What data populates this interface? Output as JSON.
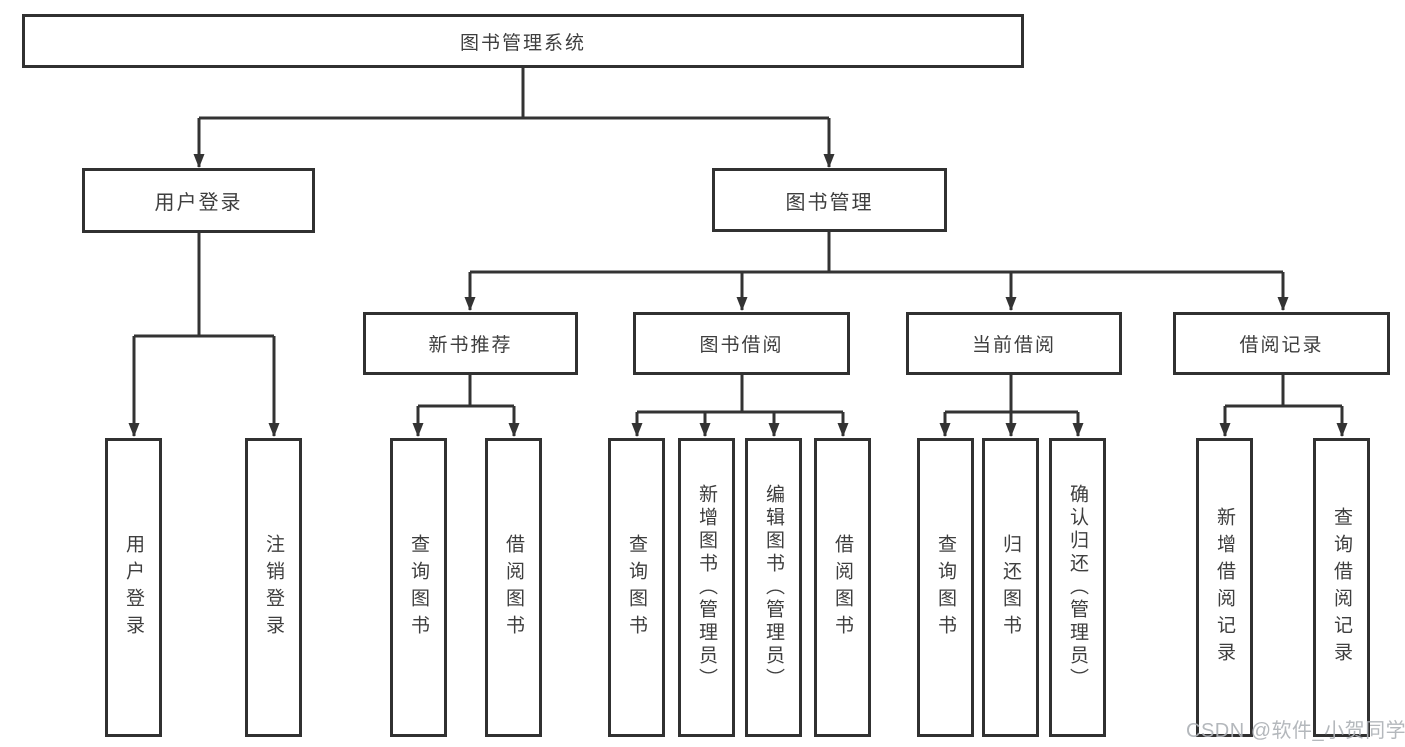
{
  "tree": {
    "root": {
      "label": "图书管理系统",
      "children": [
        {
          "label": "用户登录",
          "children": [
            {
              "label": "用户登录"
            },
            {
              "label": "注销登录"
            }
          ]
        },
        {
          "label": "图书管理",
          "children": [
            {
              "label": "新书推荐",
              "children": [
                {
                  "label": "查询图书"
                },
                {
                  "label": "借阅图书"
                }
              ]
            },
            {
              "label": "图书借阅",
              "children": [
                {
                  "label": "查询图书"
                },
                {
                  "label": "新增图书（管理员）"
                },
                {
                  "label": "编辑图书（管理员）"
                },
                {
                  "label": "借阅图书"
                }
              ]
            },
            {
              "label": "当前借阅",
              "children": [
                {
                  "label": "查询图书"
                },
                {
                  "label": "归还图书"
                },
                {
                  "label": "确认归还（管理员）"
                }
              ]
            },
            {
              "label": "借阅记录",
              "children": [
                {
                  "label": "新增借阅记录"
                },
                {
                  "label": "查询借阅记录"
                }
              ]
            }
          ]
        }
      ]
    }
  },
  "watermark": "CSDN @软件_小贺同学",
  "colors": {
    "line": "#333333",
    "box_border": "#313131",
    "text": "#3e3e3e",
    "watermark": "#aeb2b7",
    "background": "#ffffff"
  }
}
